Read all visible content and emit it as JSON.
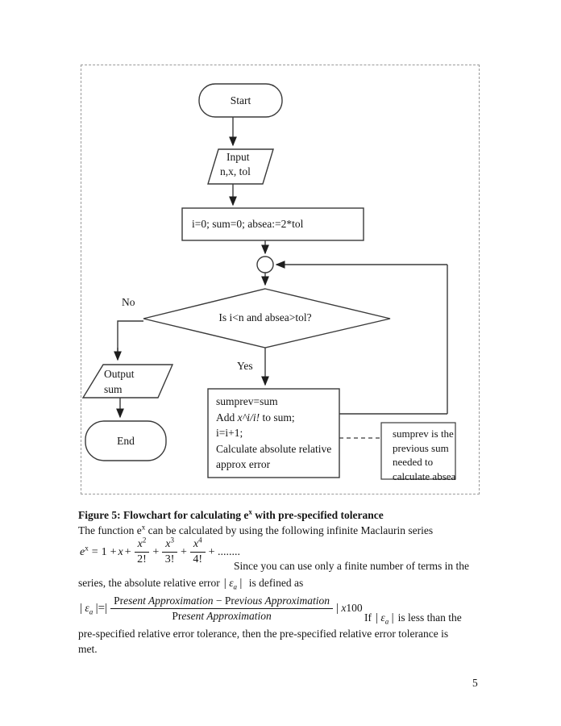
{
  "figure": {
    "start": "Start",
    "input_line1": "Input",
    "input_line2": "n,x, tol",
    "init": "i=0; sum=0; absea:=2*tol",
    "decision": "Is i<n  and absea>tol?",
    "no": "No",
    "yes": "Yes",
    "process": {
      "line1": "sumprev=sum",
      "line2_pre": "Add ",
      "line2_math": "x^i/i!",
      "line2_post": " to sum;",
      "line3": "i=i+1;",
      "line4": "Calculate absolute relative",
      "line5": "approx error"
    },
    "output_line1": "Output",
    "output_line2": "sum",
    "end": "End",
    "comment": {
      "line1": "sumprev is the",
      "line2": "previous sum",
      "line3": "needed to",
      "line4": "calculate absea"
    }
  },
  "text": {
    "caption_pre": "Figure 5: Flowchart for calculating e",
    "caption_sup": "x",
    "caption_post": " with pre-specified tolerance",
    "intro_pre": "The function e",
    "intro_sup": "x",
    "intro_post": " can be calculated by using the following infinite Maclaurin series",
    "since": "Since you can use only a finite number of terms in the",
    "series_pre": "series, the absolute relative error",
    "series_post": "is defined as",
    "if_word": "If",
    "less": "is less than the",
    "tol_line": "pre-specified relative error tolerance, then the pre-specified relative error tolerance is",
    "met": "met."
  },
  "eps": {
    "bar": "|",
    "symbol": "ε",
    "sub": "a"
  },
  "maclaurin": {
    "lhs": "e",
    "lhs_sup": "x",
    "eq": "=",
    "one": "1",
    "plus": "+",
    "x": "x",
    "f1n": "x",
    "f1s": "2",
    "f1d": "2!",
    "f2n": "x",
    "f2s": "3",
    "f2d": "3!",
    "f3n": "x",
    "f3s": "4",
    "f3d": "4!",
    "dots": "+ ........"
  },
  "errfrac": {
    "lhs_open": "|",
    "lhs_eps": "ε",
    "lhs_sub": "a",
    "lhs_close": "|=|",
    "num_up1": "Pr",
    "num_it1": "esent Approximation",
    "minus": " − ",
    "num_up2": "Pr",
    "num_it2": "evious Approximation",
    "den_up": "Pr",
    "den_it": "esent Approximation",
    "rhs_bar": "|",
    "rhs_x": "x",
    "rhs_num": "100"
  },
  "page_number": "5",
  "colors": {
    "line": "#3a3a3a",
    "border": "#9a9a9a",
    "text": "#151515"
  }
}
